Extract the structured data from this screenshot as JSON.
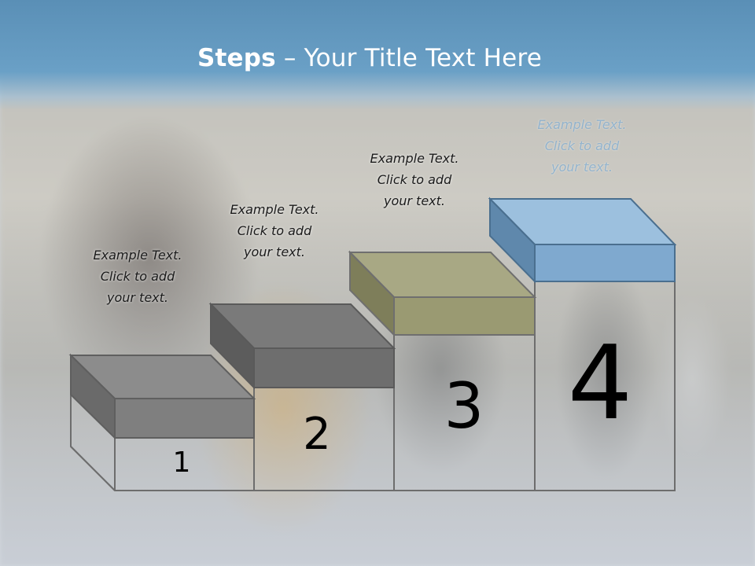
{
  "title": {
    "bold": "Steps",
    "rest": " – Your Title Text Here"
  },
  "steps": [
    {
      "number": "1",
      "caption": [
        "Example Text.",
        "Click  to add",
        "your text."
      ],
      "color": "#7f7f7f"
    },
    {
      "number": "2",
      "caption": [
        "Example Text.",
        "Click  to add",
        "your text."
      ],
      "color": "#6e6e6e"
    },
    {
      "number": "3",
      "caption": [
        "Example Text.",
        "Click  to add",
        "your text."
      ],
      "color": "#9a9a72"
    },
    {
      "number": "4",
      "caption": [
        "Example Text.",
        "Click  to add",
        "your text."
      ],
      "color": "#7fa9cf"
    }
  ]
}
